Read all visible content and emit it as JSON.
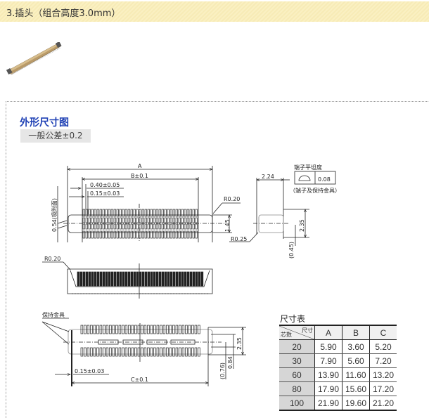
{
  "header": {
    "title": "3.插头（组合高度3.0mm）"
  },
  "product_photo": {
    "alt": "connector-plug-photo"
  },
  "section": {
    "title": "外形尺寸图",
    "tolerance": "一般公差±0.2"
  },
  "drawing_top": {
    "dim_A": "A",
    "dim_B": "B±0.1",
    "dim_pitch": "0.40±0.05",
    "dim_width": "0.15±0.03",
    "dim_054": "0.54(吸附面)",
    "dim_R020": "R0.20",
    "dim_145": "1.45",
    "dim_R025": "R0.25"
  },
  "drawing_side": {
    "dim_224": "2.24",
    "flatness_label": "端子平坦度",
    "flatness_value": "0.08",
    "flatness_note": "（端子及保持金具）",
    "dim_235": "2.35",
    "dim_045": "(0.45)"
  },
  "drawing_front": {
    "dim_R020": "R0.20"
  },
  "drawing_bottom": {
    "retainer_label": "保持金具",
    "dim_width": "0.15±0.03",
    "dim_C": "C±0.1",
    "dim_235": "2.35",
    "dim_076": "(0.76)",
    "dim_084": "0.84"
  },
  "dim_table": {
    "title": "尺寸表",
    "corner_size": "尺寸",
    "corner_count": "芯数",
    "columns": [
      "A",
      "B",
      "C"
    ],
    "rows": [
      {
        "pins": "20",
        "A": "5.90",
        "B": "3.60",
        "C": "5.20"
      },
      {
        "pins": "30",
        "A": "7.90",
        "B": "5.60",
        "C": "7.20"
      },
      {
        "pins": "60",
        "A": "13.90",
        "B": "11.60",
        "C": "13.20"
      },
      {
        "pins": "80",
        "A": "17.90",
        "B": "15.60",
        "C": "17.20"
      },
      {
        "pins": "100",
        "A": "21.90",
        "B": "19.60",
        "C": "21.20"
      }
    ]
  }
}
